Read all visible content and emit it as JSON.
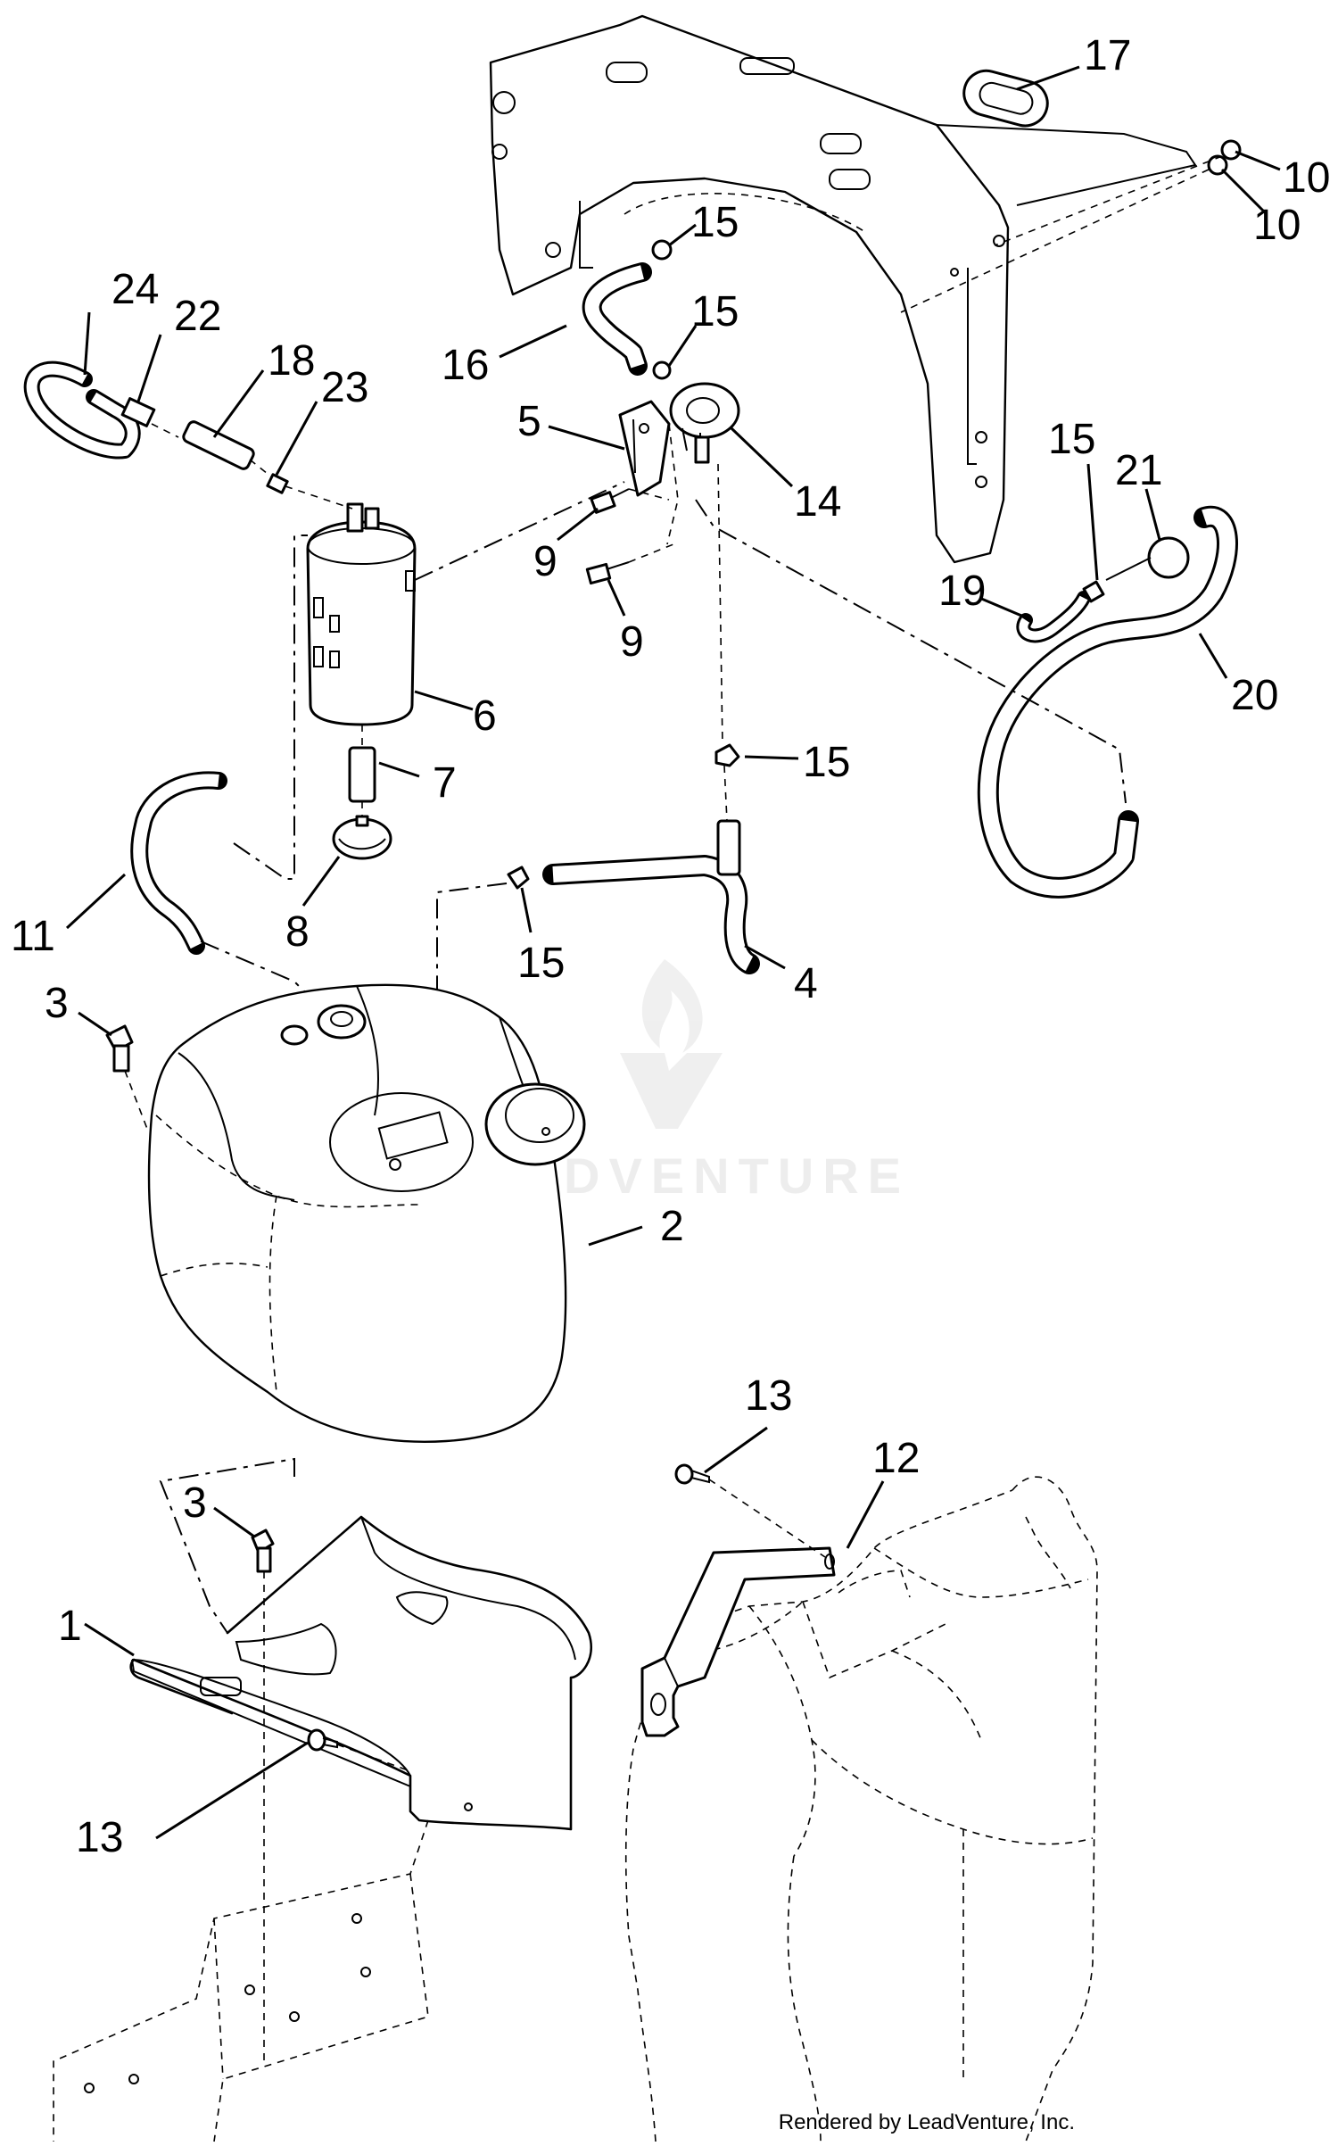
{
  "callouts": [
    {
      "id": "c17",
      "label": "17"
    },
    {
      "id": "c10a",
      "label": "10"
    },
    {
      "id": "c10b",
      "label": "10"
    },
    {
      "id": "c15a",
      "label": "15"
    },
    {
      "id": "c15b",
      "label": "15"
    },
    {
      "id": "c16",
      "label": "16"
    },
    {
      "id": "c24",
      "label": "24"
    },
    {
      "id": "c22",
      "label": "22"
    },
    {
      "id": "c18",
      "label": "18"
    },
    {
      "id": "c23",
      "label": "23"
    },
    {
      "id": "c5",
      "label": "5"
    },
    {
      "id": "c14",
      "label": "14"
    },
    {
      "id": "c9a",
      "label": "9"
    },
    {
      "id": "c9b",
      "label": "9"
    },
    {
      "id": "c15c",
      "label": "15"
    },
    {
      "id": "c21",
      "label": "21"
    },
    {
      "id": "c19",
      "label": "19"
    },
    {
      "id": "c20",
      "label": "20"
    },
    {
      "id": "c6",
      "label": "6"
    },
    {
      "id": "c7",
      "label": "7"
    },
    {
      "id": "c15d",
      "label": "15"
    },
    {
      "id": "c11",
      "label": "11"
    },
    {
      "id": "c8",
      "label": "8"
    },
    {
      "id": "c15e",
      "label": "15"
    },
    {
      "id": "c4",
      "label": "4"
    },
    {
      "id": "c3a",
      "label": "3"
    },
    {
      "id": "c2",
      "label": "2"
    },
    {
      "id": "c13a",
      "label": "13"
    },
    {
      "id": "c12",
      "label": "12"
    },
    {
      "id": "c3b",
      "label": "3"
    },
    {
      "id": "c1",
      "label": "1"
    },
    {
      "id": "c13b",
      "label": "13"
    }
  ],
  "watermark": {
    "text": "LEADVENTURE"
  },
  "credit": "Rendered by LeadVenture, Inc."
}
